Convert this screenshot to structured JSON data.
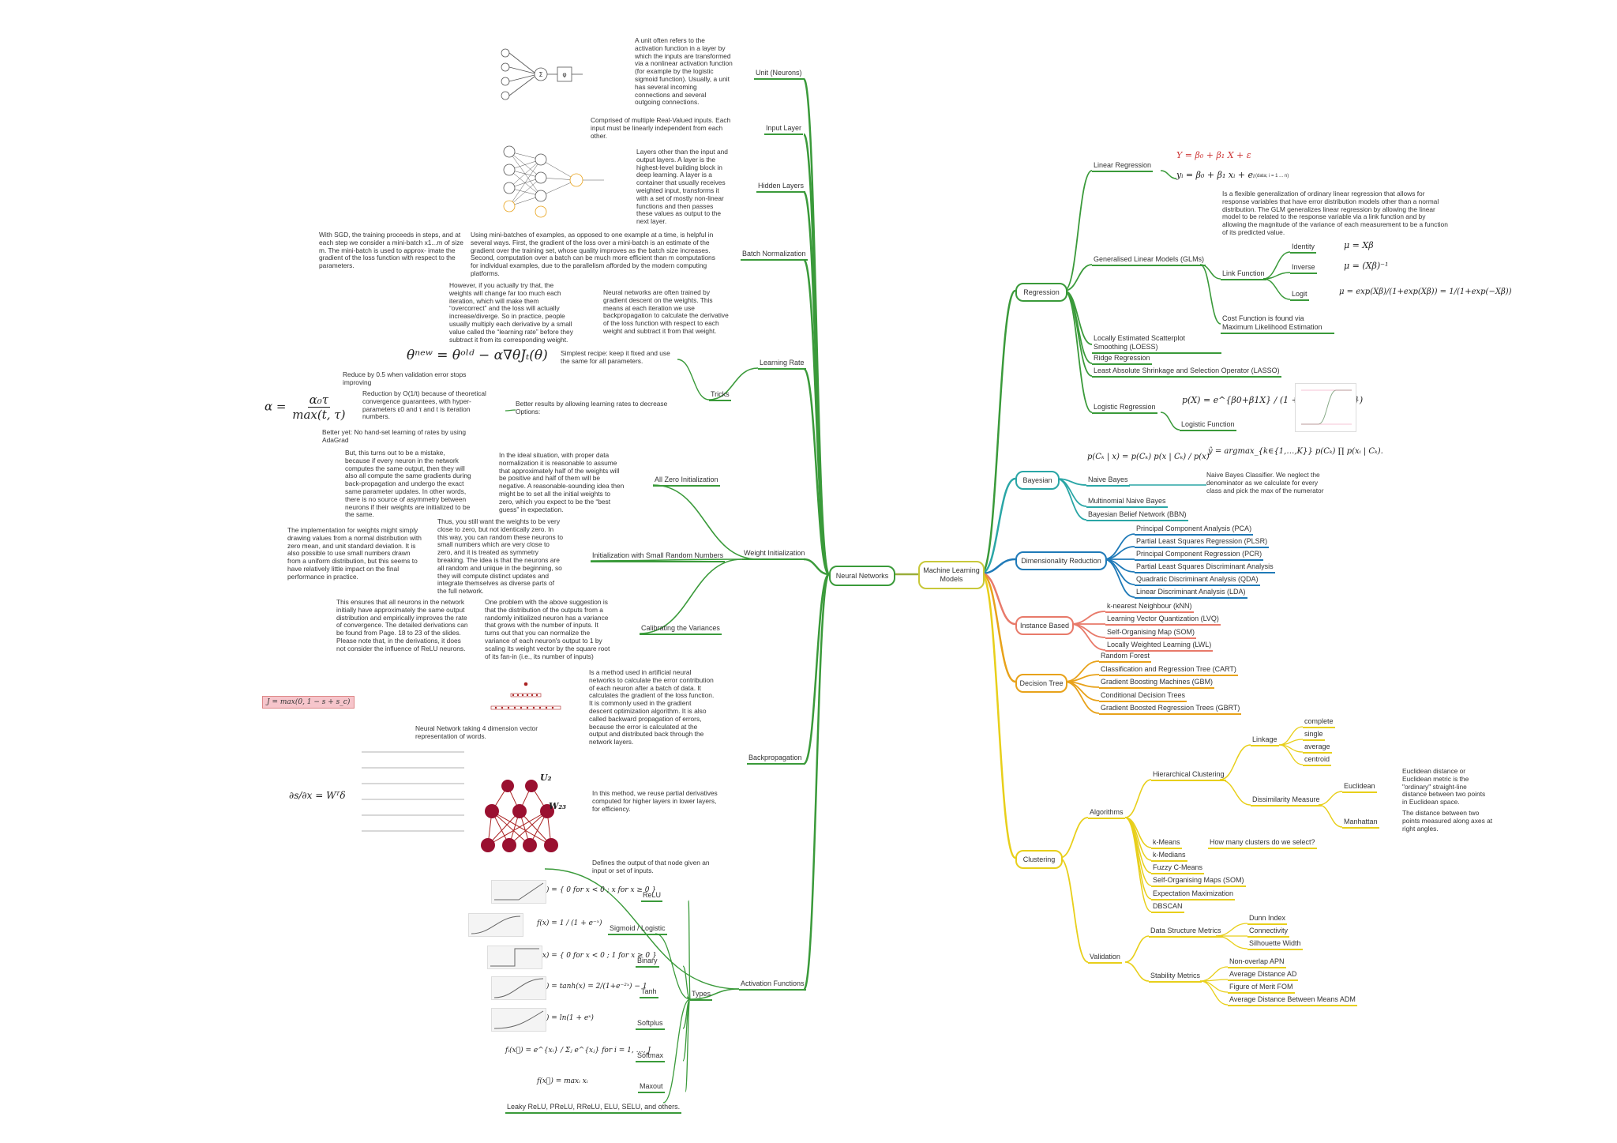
{
  "root": {
    "left": "Neural Networks",
    "right": "Machine Learning Models"
  },
  "colors": {
    "green": "#3a9a3a",
    "teal": "#2aa6a6",
    "blue": "#1f7ab8",
    "salmon": "#e87a6a",
    "orange": "#e8a21a",
    "yellow": "#e8cf1a",
    "olive": "#b8b83a"
  },
  "nn": {
    "unit": {
      "label": "Unit (Neurons)",
      "text": "A unit often refers to the activation function in a layer by which the inputs are transformed via a nonlinear activation function (for example by the logistic sigmoid function). Usually, a unit has several incoming connections and several outgoing connections."
    },
    "input_layer": {
      "label": "Input Layer",
      "text": "Comprised of multiple Real-Valued inputs. Each input must be linearly independent from each other."
    },
    "hidden_layers": {
      "label": "Hidden Layers",
      "text": "Layers other than the input and output layers. A layer is the highest-level building block in deep learning. A layer is a container that usually receives weighted input, transforms it with a set of mostly non-linear functions and then passes these values as output to the next layer."
    },
    "batch_norm": {
      "label": "Batch Normalization",
      "text": "Using mini-batches of examples, as opposed to one example at a time, is helpful in several ways. First, the gradient of the loss over a mini-batch is an estimate of the gradient over the training set, whose quality improves as the batch size increases. Second, computation over a batch can be much more efficient than m computations for individual examples, due to the parallelism afforded by the modern computing platforms.",
      "sgd_text": "With SGD, the training proceeds in steps, and at each step we consider a mini-batch x1...m of size m. The mini-batch is used to approx- imate the gradient of the loss function with respect to the parameters."
    },
    "learning_rate": {
      "label": "Learning Rate",
      "text": "Neural networks are often trained by gradient descent on the weights. This means at each iteration we use backpropagation to calculate the derivative of the loss function with respect to each weight and subtract it from that weight.",
      "warning": "However, if you actually try that, the weights will change far too much each iteration, which will make them “overcorrect” and the loss will actually increase/diverge. So in practice, people usually multiply each derivative by a small value called the “learning rate” before they subtract it from its corresponding weight.",
      "formula": "θⁿᵉʷ = θᵒˡᵈ − α∇θJₜ(θ)"
    },
    "tricks": {
      "label": "Tricks",
      "simplest": "Simplest recipe: keep it fixed and use the same for all parameters.",
      "better": "Better results by allowing learning rates to decrease Options:",
      "reduce": "Reduce by 0.5 when validation error stops improving",
      "reduction": "Reduction by O(1/t) because of theoretical convergence guarantees, with hyper-parameters ε0 and τ and t is iteration numbers.",
      "adagrad": "Better yet: No hand-set learning of rates by using AdaGrad",
      "alpha_lhs": "α =",
      "alpha_num": "α₀τ",
      "alpha_den": "max(t, τ)"
    },
    "weight_init": {
      "label": "Weight Initialization",
      "all_zero": {
        "label": "All Zero Initialization",
        "text": "In the ideal situation, with proper data normalization it is reasonable to assume that approximately half of the weights will be positive and half of them will be negative. A reasonable-sounding idea then might be to set all the initial weights to zero, which you expect to be the “best guess” in expectation.",
        "mistake": "But, this turns out to be a mistake, because if every neuron in the network computes the same output, then they will also all compute the same gradients during back-propagation and undergo the exact same parameter updates. In other words, there is no source of asymmetry between neurons if their weights are initialized to be the same."
      },
      "small_random": {
        "label": "Initialization with Small Random Numbers",
        "text": "Thus, you still want the weights to be very close to zero, but not identically zero. In this way, you can random these neurons to small numbers which are very close to zero, and it is treated as symmetry breaking. The idea is that the neurons are all random and unique in the beginning, so they will compute distinct updates and integrate themselves as diverse parts of the full network.",
        "impl": "The implementation for weights might simply drawing values from a normal distribution with zero mean, and unit standard deviation. It is also possible to use small numbers drawn from a uniform distribution, but this seems to have relatively little impact on the final performance in practice."
      },
      "calibrating": {
        "label": "Calibrating the Variances",
        "text": "One problem with the above suggestion is that the distribution of the outputs from a randomly initialized neuron has a variance that grows with the number of inputs. It turns out that you can normalize the variance of each neuron's output to 1 by scaling its weight vector by the square root of its fan-in (i.e., its number of inputs)",
        "ensures": "This ensures that all neurons in the network initially have approximately the same output distribution and empirically improves the rate of convergence. The detailed derivations can be found from Page. 18 to 23 of the slides. Please note that, in the derivations, it does not consider the influence of ReLU neurons."
      }
    },
    "backprop": {
      "label": "Backpropagation",
      "text": "Is a method used in artificial neural networks to calculate the error contribution of each neuron after a batch of data. It calculates the gradient of the loss function. It is commonly used in the gradient descent optimization algorithm. It is also called backward propagation of errors, because the error is calculated at the output and distributed back through the network layers.",
      "nn4": "Neural Network taking 4 dimension vector representation of words.",
      "partial": "In this method, we reuse partial derivatives computed for higher layers in lower layers, for efficiency.",
      "J": "J = max(0, 1 − s + s_c)",
      "dsdx": "∂s/∂x = Wᵀδ",
      "u2": "U₂",
      "w23": "W₂₃"
    },
    "activation": {
      "label": "Activation Functions",
      "text": "Defines the output of that node given an input or set of inputs.",
      "types": "Types",
      "items": [
        {
          "label": "ReLU",
          "f": "f(x) = { 0 for x < 0 ; x for x ≥ 0 }"
        },
        {
          "label": "Sigmoid / Logistic",
          "f": "f(x) = 1 / (1 + e⁻ˣ)"
        },
        {
          "label": "Binary",
          "f": "f(x) = { 0 for x < 0 ; 1 for x ≥ 0 }"
        },
        {
          "label": "Tanh",
          "f": "f(x) = tanh(x) = 2/(1+e⁻²ˣ) − 1"
        },
        {
          "label": "Softplus",
          "f": "f(x) = ln(1 + eˣ)"
        },
        {
          "label": "Softmax",
          "f": "fᵢ(x⃗) = e^{xᵢ} / Σⱼ e^{xⱼ}  for i = 1, …, J"
        },
        {
          "label": "Maxout",
          "f": "f(x⃗) = maxᵢ xᵢ"
        }
      ],
      "others": "Leaky ReLU, PReLU, RReLU, ELU, SELU, and others."
    }
  },
  "ml": {
    "regression": {
      "label": "Regression",
      "linear": "Linear Regression",
      "glm": "Generalised Linear Models (GLMs)",
      "glm_text": "Is a flexible generalization of ordinary linear regression that allows for response variables that have error distribution models other than a normal distribution. The GLM generalizes linear regression by allowing the linear model to be related to the response variable via a link function and by allowing the magnitude of the variance of each measurement to be a function of its predicted value.",
      "link": "Link Function",
      "identity": "Identity",
      "inverse": "Inverse",
      "logit": "Logit",
      "identity_f": "μ = Xβ",
      "inverse_f": "μ = (Xβ)⁻¹",
      "logit_f": "μ = exp(Xβ)/(1+exp(Xβ)) = 1/(1+exp(−Xβ))",
      "cost": "Cost Function is found via Maximum Likelihood Estimation",
      "loess": "Locally Estimated Scatterplot Smoothing (LOESS)",
      "ridge": "Ridge Regression",
      "lasso": "Least Absolute Shrinkage and Selection Operator (LASSO)",
      "logistic": "Logistic Regression",
      "logistic_fn": "Logistic Function",
      "logistic_f": "p(X) = e^{β0+β1X} / (1 + e^{β0+β1X})",
      "lin_f1": "Y = β₀ + β₁ X + ε",
      "lin_f2": "yᵢ = β₀ + β₁ xᵢ + eᵢ",
      "lin_note": "(data; i = 1 ... n)"
    },
    "bayesian": {
      "label": "Bayesian",
      "naive": "Naive Bayes",
      "naive_text": "Naive Bayes Classifier. We neglect the denominator as we calculate for every class and pick the max of the numerator",
      "multinomial": "Multinomial Naive Bayes",
      "bbn": "Bayesian Belief Network (BBN)",
      "bayes_f": "p(Cₖ | x) = p(Cₖ) p(x | Cₖ) / p(x)",
      "argmax_f": "ŷ = argmax_{k∈{1,…,K}} p(Cₖ) ∏ p(xᵢ | Cₖ)."
    },
    "dimred": {
      "label": "Dimensionality Reduction",
      "items": [
        "Principal Component Analysis (PCA)",
        "Partial Least Squares Regression (PLSR)",
        "Principal Component Regression (PCR)",
        "Partial Least Squares Discriminant Analysis",
        "Quadratic Discriminant Analysis (QDA)",
        "Linear Discriminant Analysis (LDA)"
      ]
    },
    "instance": {
      "label": "Instance Based",
      "items": [
        "k-nearest Neighbour (kNN)",
        "Learning Vector Quantization (LVQ)",
        "Self-Organising Map (SOM)",
        "Locally Weighted Learning (LWL)"
      ]
    },
    "tree": {
      "label": "Decision Tree",
      "items": [
        "Random Forest",
        "Classification and Regression Tree (CART)",
        "Gradient Boosting Machines (GBM)",
        "Conditional Decision Trees",
        "Gradient Boosted Regression Trees (GBRT)"
      ]
    },
    "clustering": {
      "label": "Clustering",
      "algorithms": "Algorithms",
      "hier": "Hierarchical Clustering",
      "linkage": "Linkage",
      "linkage_items": [
        "complete",
        "single",
        "average",
        "centroid"
      ],
      "dissim": "Dissimilarity Measure",
      "euclidean": "Euclidean",
      "euclidean_text": "Euclidean distance or Euclidean metric is the \"ordinary\" straight-line distance between two points in Euclidean space.",
      "manhattan": "Manhattan",
      "manhattan_text": "The distance between two points measured along axes at right angles.",
      "kmeans": "k-Means",
      "kmeans_q": "How many clusters do we select?",
      "algo_items": [
        "k-Medians",
        "Fuzzy C-Means",
        "Self-Organising Maps (SOM)",
        "Expectation Maximization",
        "DBSCAN"
      ],
      "validation": "Validation",
      "dsm": "Data Structure Metrics",
      "dsm_items": [
        "Dunn Index",
        "Connectivity",
        "Silhouette Width"
      ],
      "stab": "Stability Metrics",
      "stab_items": [
        "Non-overlap APN",
        "Average Distance AD",
        "Figure of Merit FOM",
        "Average Distance Between Means ADM"
      ]
    }
  }
}
